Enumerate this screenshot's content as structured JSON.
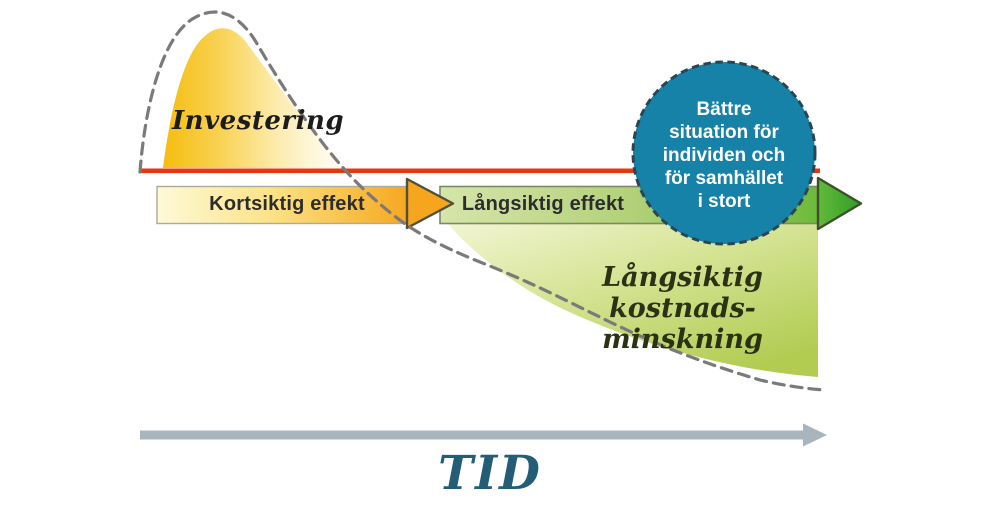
{
  "diagram": {
    "investment_label": "Investering",
    "short_term_label": "Kortsiktig effekt",
    "long_term_label": "Långsiktig effekt",
    "outcome_lines": [
      "Bättre",
      "situation för",
      "individen och",
      "för samhället",
      "i stort"
    ],
    "cost_reduction_lines": [
      "Långsiktig kostnads-",
      "minskning"
    ],
    "time_label": "TID"
  },
  "colors": {
    "investment_gold": "#f6bf0e",
    "baseline_red": "#e6380f",
    "short_term_arrow_start": "#fdfad8",
    "short_term_arrow_end": "#f7a722",
    "long_term_band_start": "#d3e3a6",
    "long_term_band_end": "#6cba3c",
    "long_term_arrowhead": "#3fa42c",
    "cost_area_start": "#f1f5d2",
    "cost_area_end": "#b2cc52",
    "outcome_circle_fill": "#1682a8",
    "outcome_circle_border": "#2c4553",
    "dashed_curve_gray": "#7a7a7a",
    "time_axis_gray": "#a9b5bd",
    "time_label_teal": "#235d76"
  }
}
